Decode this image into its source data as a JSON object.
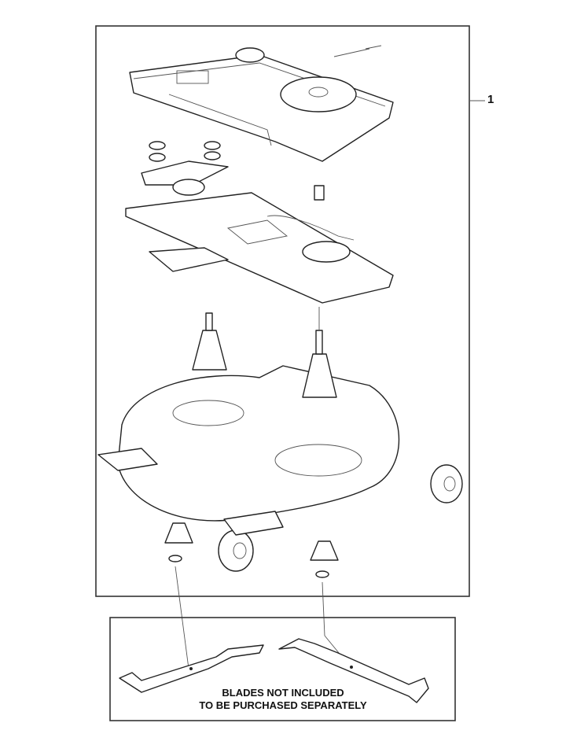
{
  "callout": {
    "number": "1"
  },
  "blades_note": {
    "line1": "BLADES NOT INCLUDED",
    "line2": "TO BE PURCHASED SEPARATELY"
  }
}
